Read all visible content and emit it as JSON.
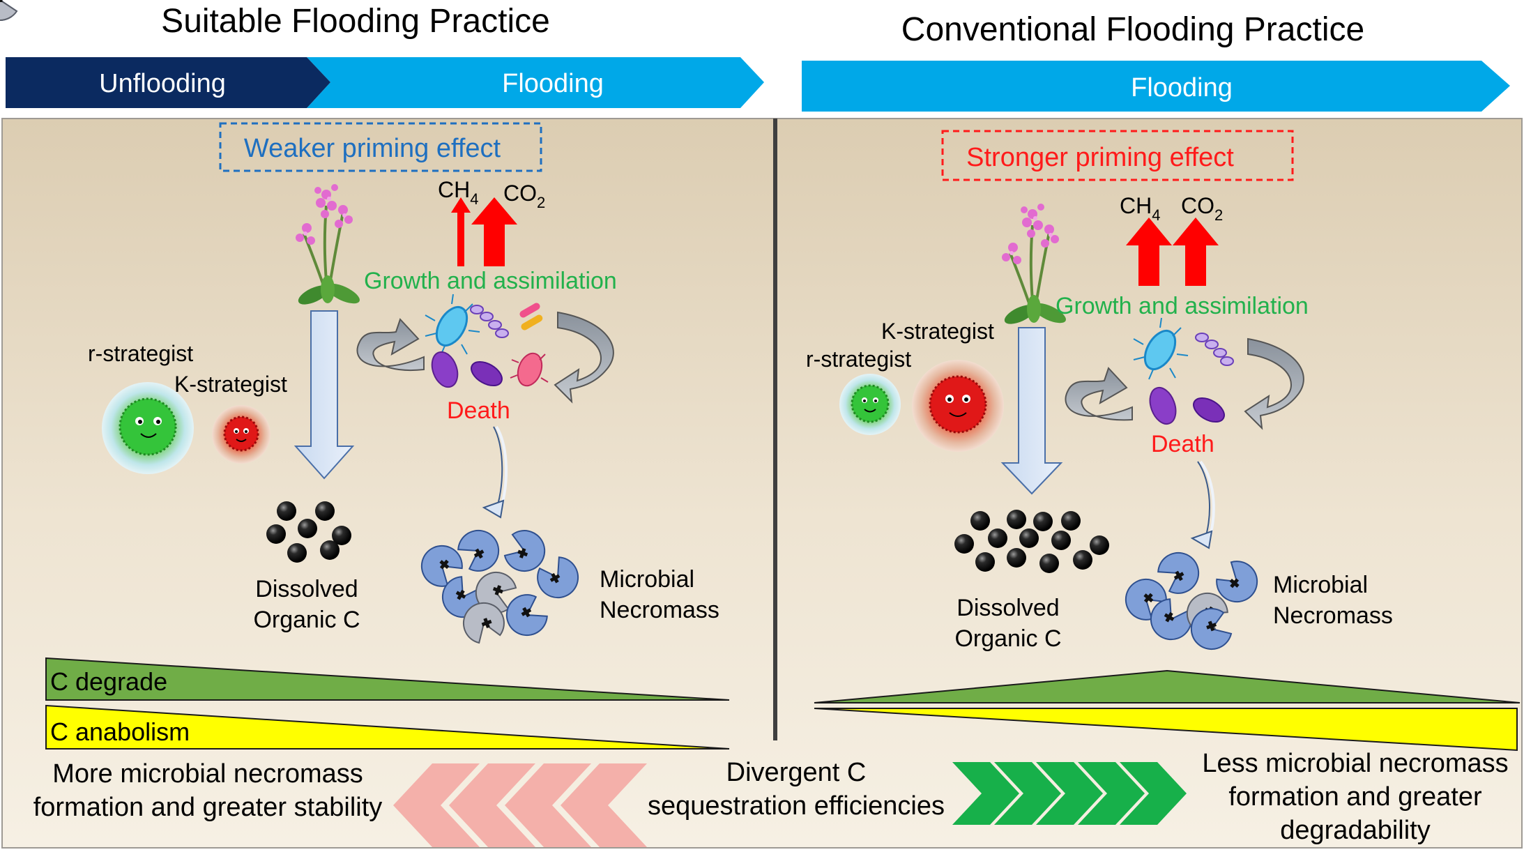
{
  "left": {
    "title": "Suitable Flooding Practice",
    "phase_1": "Unflooding",
    "phase_2": "Flooding",
    "priming_effect": "Weaker priming effect",
    "gas_1": "CH",
    "gas_1_sub": "4",
    "gas_2": "CO",
    "gas_2_sub": "2",
    "growth": "Growth and assimilation",
    "death": "Death",
    "r_strategist": "r-strategist",
    "k_strategist": "K-strategist",
    "doc_line1": "Dissolved",
    "doc_line2": "Organic C",
    "necromass_line1": "Microbial",
    "necromass_line2": "Necromass",
    "c_degrade": "C degrade",
    "c_anabolism": "C anabolism",
    "outcome_line1": "More microbial necromass",
    "outcome_line2": "formation and greater stability"
  },
  "right": {
    "title": "Conventional Flooding Practice",
    "phase_1": "Flooding",
    "priming_effect": "Stronger priming effect",
    "gas_1": "CH",
    "gas_1_sub": "4",
    "gas_2": "CO",
    "gas_2_sub": "2",
    "growth": "Growth and assimilation",
    "death": "Death",
    "r_strategist": "r-strategist",
    "k_strategist": "K-strategist",
    "doc_line1": "Dissolved",
    "doc_line2": "Organic C",
    "necromass_line1": "Microbial",
    "necromass_line2": "Necromass",
    "outcome_line1": "Less microbial necromass",
    "outcome_line2": "formation and greater",
    "outcome_line3": "degradability"
  },
  "center": {
    "line1": "Divergent C",
    "line2": "sequestration efficiencies"
  },
  "colors": {
    "dark_navy": "#0b2a60",
    "sky_blue": "#00a8e8",
    "panel_bg": "#e8dcc4",
    "weaker_blue": "#1e6fc0",
    "stronger_red": "#ff1a1a",
    "growth_green": "#22b14c",
    "degrade_green": "#70ad47",
    "anabolism_yellow": "#ffff00",
    "chevron_pink": "#f4b0aa",
    "chevron_green": "#17b04a",
    "necromass_blue": "#7f9fd8",
    "necromass_grey": "#b8bcc6"
  }
}
